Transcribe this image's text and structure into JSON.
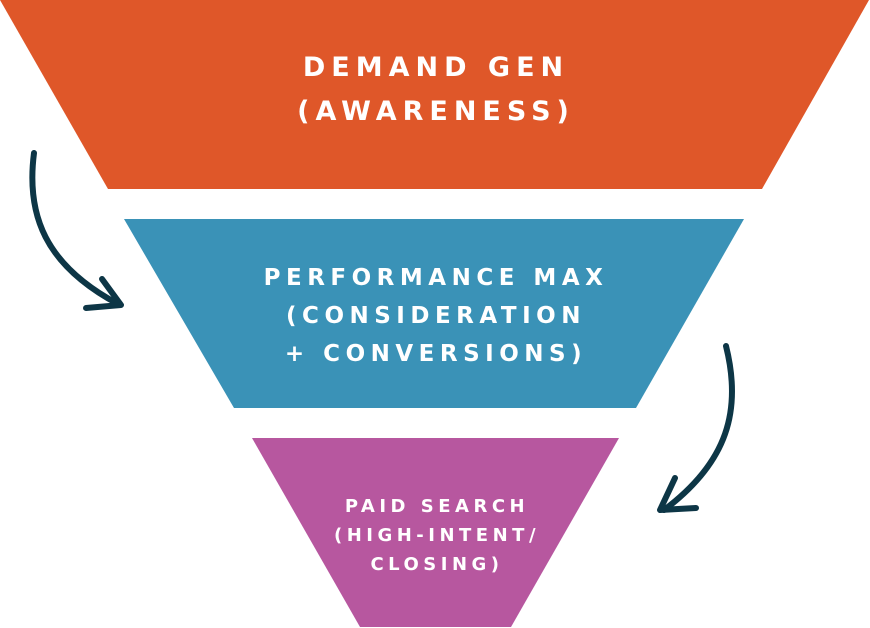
{
  "diagram": {
    "type": "funnel",
    "stages": [
      {
        "name": "demand-gen",
        "lines": [
          "DEMAND GEN",
          "(AWARENESS)"
        ],
        "color": "#df5729"
      },
      {
        "name": "performance-max",
        "lines": [
          "PERFORMANCE MAX",
          "(CONSIDERATION",
          "+ CONVERSIONS)"
        ],
        "color": "#3a92b7"
      },
      {
        "name": "paid-search",
        "lines": [
          "PAID SEARCH",
          "(HIGH-INTENT/",
          "CLOSING)"
        ],
        "color": "#b7579f"
      }
    ],
    "arrows": [
      {
        "name": "arrow-stage1-to-stage2",
        "from": "demand-gen",
        "to": "performance-max",
        "color": "#0d3646"
      },
      {
        "name": "arrow-stage2-to-stage3",
        "from": "performance-max",
        "to": "paid-search",
        "color": "#0d3646"
      }
    ]
  }
}
